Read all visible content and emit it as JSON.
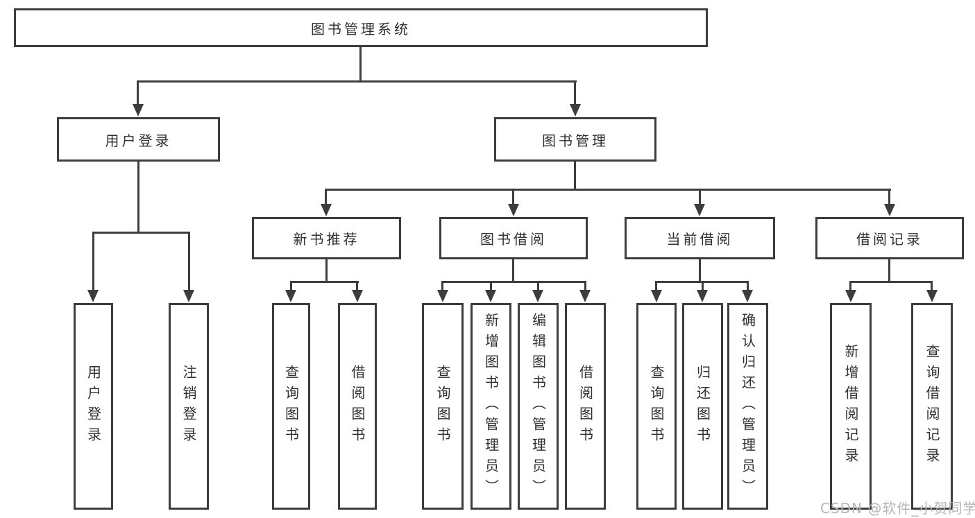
{
  "diagram_title": "图书管理系统",
  "watermark": "CSDN @软件_小贺同学",
  "colors": {
    "line": "#3d3d3d",
    "text": "#303030",
    "background": "#ffffff",
    "watermark": "#b5b5b5"
  },
  "nodes": {
    "root": "图书管理系统",
    "user_login": "用户登录",
    "book_management": "图书管理",
    "new_book_recommend": "新书推荐",
    "book_borrowing": "图书借阅",
    "current_borrowing": "当前借阅",
    "borrowing_records": "借阅记录",
    "leaf_user_login": "用户登录",
    "leaf_logout": "注销登录",
    "rec_query_books": "查询图书",
    "rec_borrow_books": "借阅图书",
    "bor_query_books": "查询图书",
    "bor_add_books_admin": "新增图书（管理员）",
    "bor_edit_books_admin": "编辑图书（管理员）",
    "bor_borrow_books": "借阅图书",
    "cur_query_books": "查询图书",
    "cur_return_books": "归还图书",
    "cur_confirm_return_admin": "确认归还（管理员）",
    "record_add": "新增借阅记录",
    "record_query": "查询借阅记录"
  },
  "hierarchy": {
    "root": "图书管理系统",
    "children": [
      {
        "label": "用户登录",
        "children": [
          "用户登录",
          "注销登录"
        ]
      },
      {
        "label": "图书管理",
        "children": [
          {
            "label": "新书推荐",
            "children": [
              "查询图书",
              "借阅图书"
            ]
          },
          {
            "label": "图书借阅",
            "children": [
              "查询图书",
              "新增图书（管理员）",
              "编辑图书（管理员）",
              "借阅图书"
            ]
          },
          {
            "label": "当前借阅",
            "children": [
              "查询图书",
              "归还图书",
              "确认归还（管理员）"
            ]
          },
          {
            "label": "借阅记录",
            "children": [
              "新增借阅记录",
              "查询借阅记录"
            ]
          }
        ]
      }
    ]
  }
}
